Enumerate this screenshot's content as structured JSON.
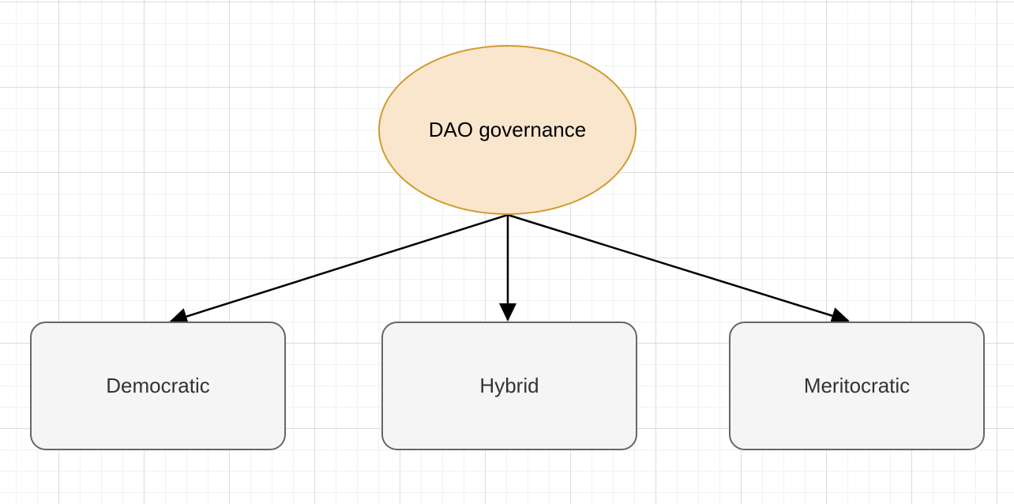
{
  "diagram": {
    "root": {
      "label": "DAO governance",
      "shape": "ellipse",
      "fill_color": "#FAE6CD",
      "stroke_color": "#D19B2E",
      "text_color": "#000000"
    },
    "children": [
      {
        "label": "Democratic"
      },
      {
        "label": "Hybrid"
      },
      {
        "label": "Meritocratic"
      }
    ],
    "child_style": {
      "shape": "rounded-rectangle",
      "fill_color": "#F5F5F5",
      "stroke_color": "#666666",
      "text_color": "#333333"
    },
    "edges": [
      {
        "from": "DAO governance",
        "to": "Democratic",
        "arrowhead": "filled-triangle",
        "color": "#000000"
      },
      {
        "from": "DAO governance",
        "to": "Hybrid",
        "arrowhead": "filled-triangle",
        "color": "#000000"
      },
      {
        "from": "DAO governance",
        "to": "Meritocratic",
        "arrowhead": "filled-triangle",
        "color": "#000000"
      }
    ],
    "canvas": {
      "background_color": "#FFFFFF",
      "grid_minor_color": "#F1F1F1",
      "grid_major_color": "#DCDCDC"
    }
  }
}
